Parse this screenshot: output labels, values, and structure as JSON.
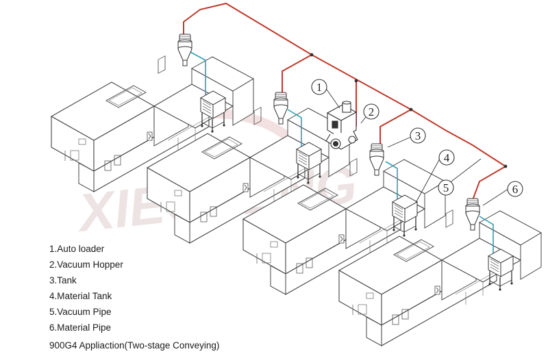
{
  "legend": {
    "items": [
      "1.Auto loader",
      "2.Vacuum Hopper",
      "3.Tank",
      "4.Material Tank",
      "5.Vacuum Pipe",
      "6.Material Pipe"
    ]
  },
  "caption": "900G4 Appliaction(Two-stage Conveying)",
  "callouts": [
    "1",
    "2",
    "3",
    "4",
    "5",
    "6"
  ],
  "watermark": "XIECHENG",
  "colors": {
    "vacuum_pipe": "#c0392b",
    "material_pipe": "#2a9fb4",
    "line_art": "#333333",
    "watermark": "#e9d7d7"
  }
}
